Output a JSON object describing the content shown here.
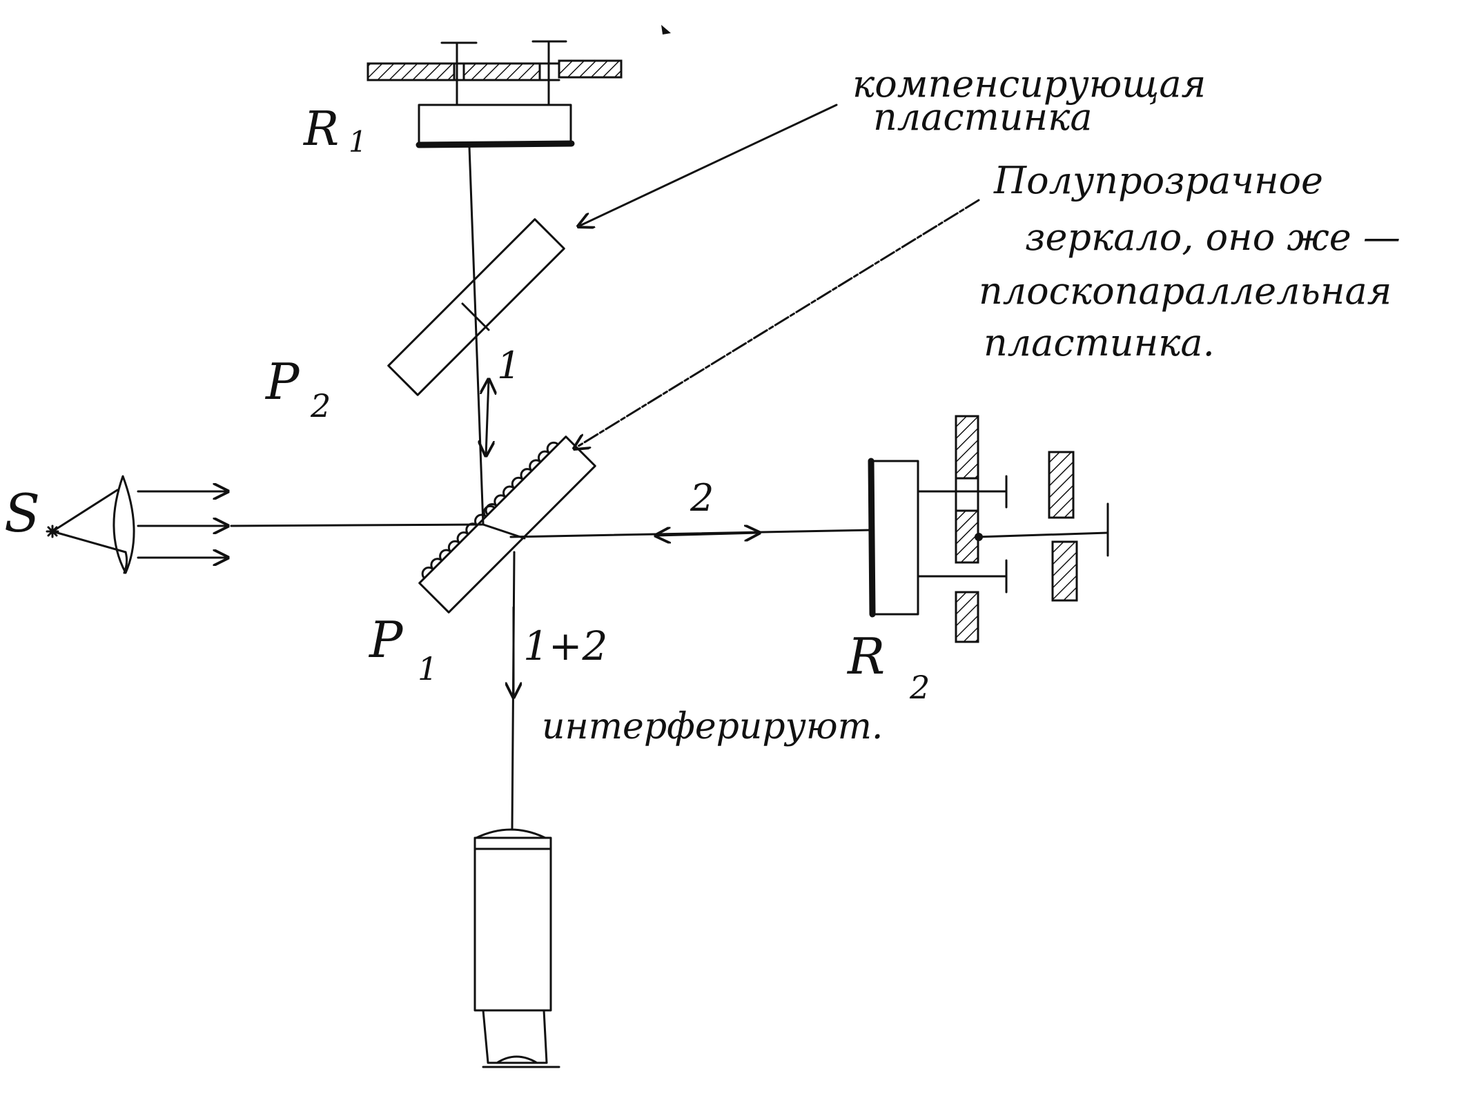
{
  "labels": {
    "R1": "R",
    "R1_sub": "1",
    "R2": "R",
    "R2_sub": "2",
    "P1": "P",
    "P1_sub": "1",
    "P2": "P",
    "P2_sub": "2",
    "S": "S",
    "beam1": "1",
    "beam2": "2",
    "beam_sum": "1+2",
    "interfere": "интерферируют."
  },
  "annotations": {
    "compensating_line1": "компенсирующая",
    "compensating_line2": "пластинка",
    "semi_line1": "Полупрозрачное",
    "semi_line2": "зеркало, оно же —",
    "semi_line3": "плоскопараллельная",
    "semi_line4": "пластинка."
  },
  "colors": {
    "ink": "#111111",
    "paper": "#ffffff"
  }
}
